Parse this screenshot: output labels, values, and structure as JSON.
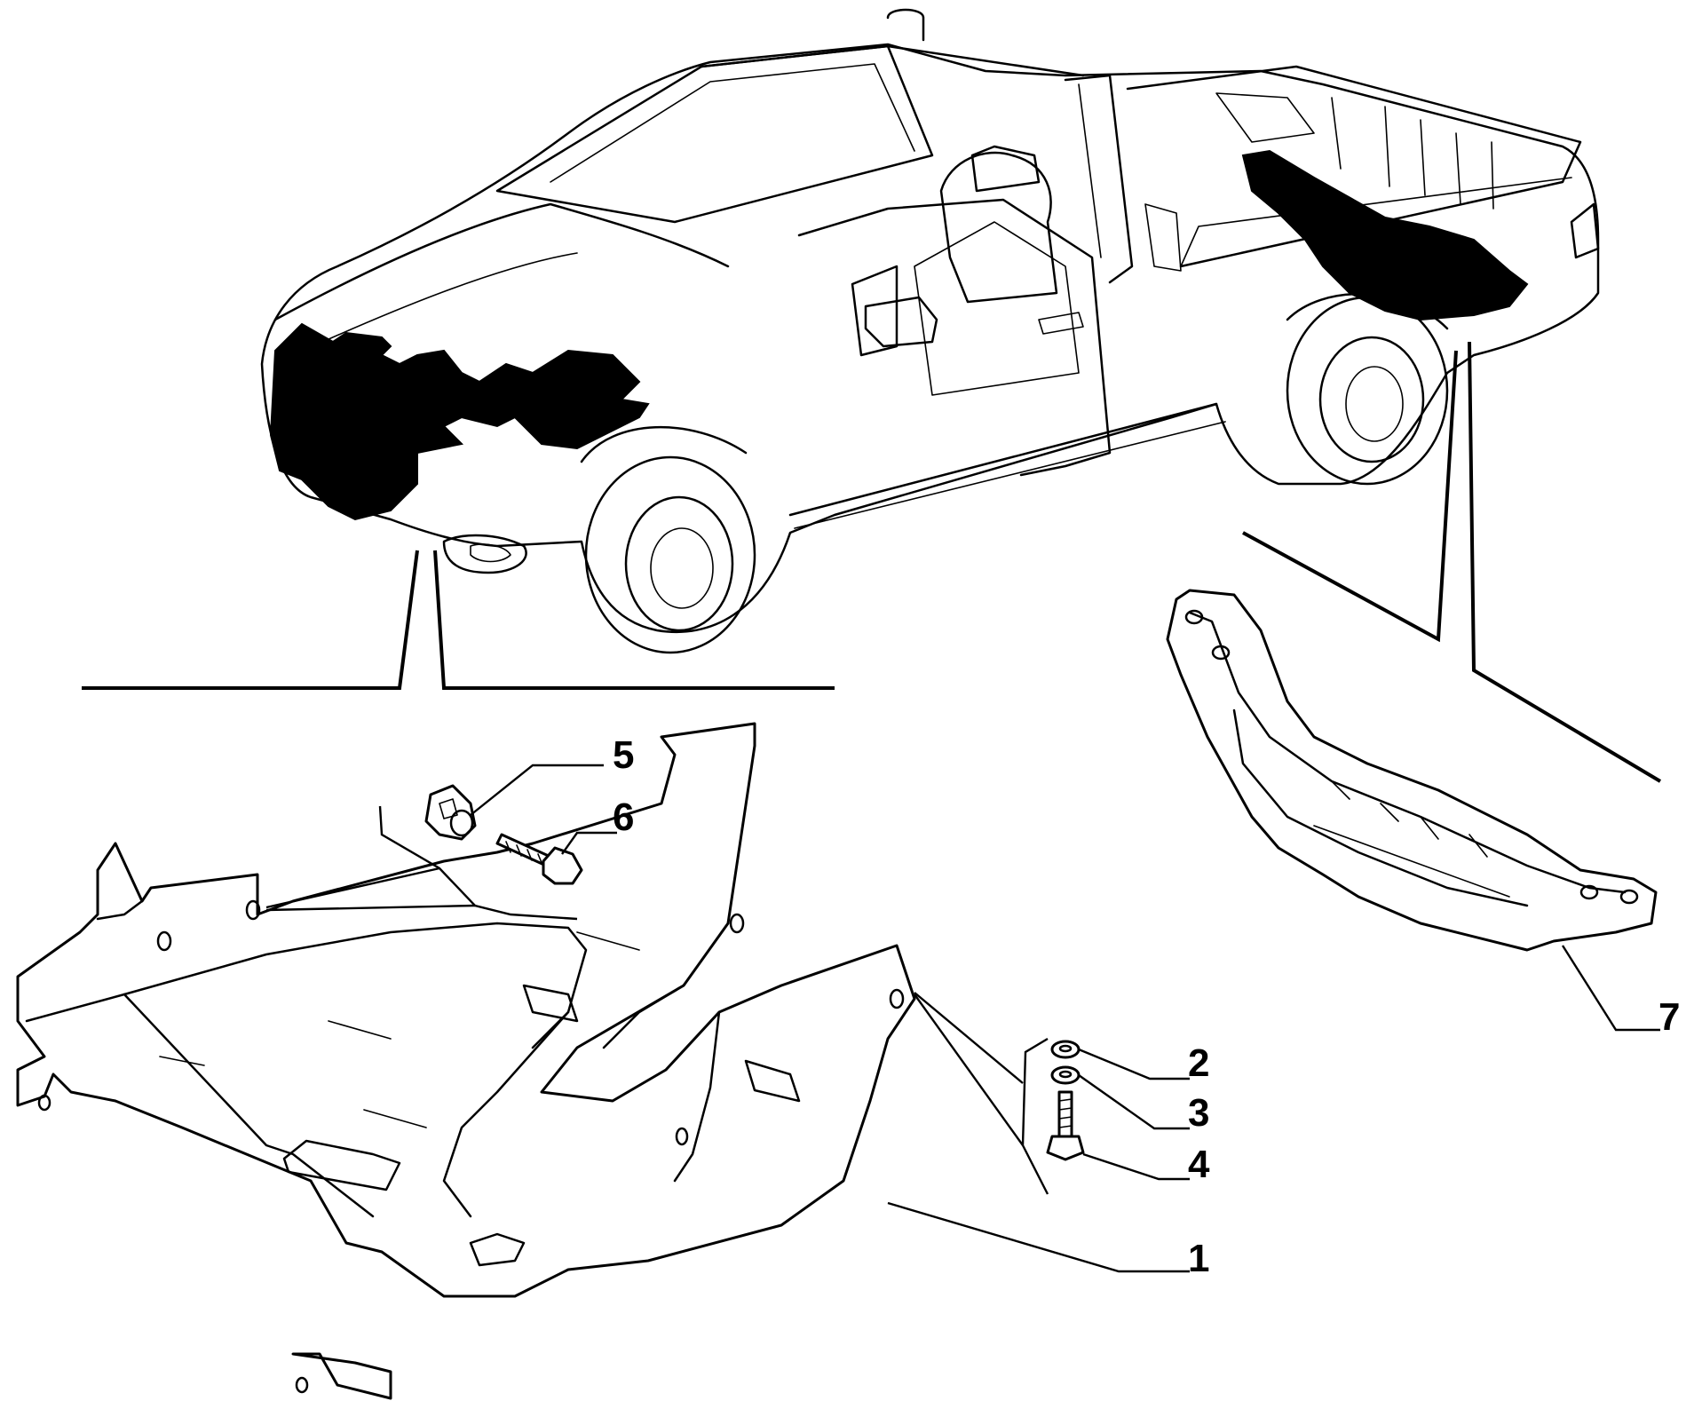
{
  "callouts": {
    "c1": "1",
    "c2": "2",
    "c3": "3",
    "c4": "4",
    "c5": "5",
    "c6": "6",
    "c7": "7"
  },
  "colors": {
    "line": "#000000",
    "background": "#ffffff",
    "highlight": "#000000"
  }
}
